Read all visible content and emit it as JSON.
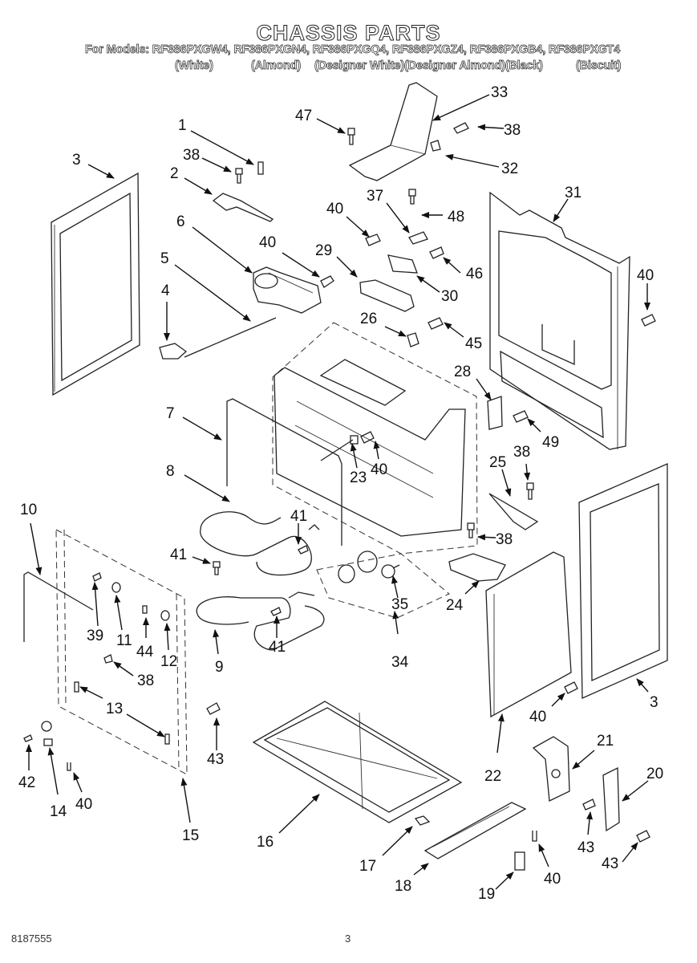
{
  "header": {
    "title": "CHASSIS PARTS",
    "models_line": "For Models: RF386PXGW4, RF386PXGN4, RF386PXGQ4, RF386PXGZ4, RF386PXGB4, RF386PXGT4",
    "color_variants": [
      "(White)",
      "(Almond)",
      "(Designer White)(Designer Almond)(Black)",
      "(Biscuit)"
    ]
  },
  "callouts": {
    "c1": "1",
    "c2": "2",
    "c3a": "3",
    "c3b": "3",
    "c4": "4",
    "c5": "5",
    "c6": "6",
    "c7": "7",
    "c8": "8",
    "c9": "9",
    "c10": "10",
    "c11": "11",
    "c12": "12",
    "c13": "13",
    "c14": "14",
    "c15": "15",
    "c16": "16",
    "c17": "17",
    "c18": "18",
    "c19": "19",
    "c20": "20",
    "c21": "21",
    "c22": "22",
    "c23": "23",
    "c24": "24",
    "c25": "25",
    "c26": "26",
    "c28": "28",
    "c29": "29",
    "c30": "30",
    "c31": "31",
    "c32": "32",
    "c33": "33",
    "c34": "34",
    "c35": "35",
    "c37": "37",
    "c38a": "38",
    "c38b": "38",
    "c38c": "38",
    "c38d": "38",
    "c38e": "38",
    "c39": "39",
    "c40a": "40",
    "c40b": "40",
    "c40c": "40",
    "c40d": "40",
    "c40e": "40",
    "c40f": "40",
    "c40g": "40",
    "c41a": "41",
    "c41b": "41",
    "c41c": "41",
    "c42": "42",
    "c43a": "43",
    "c43b": "43",
    "c43c": "43",
    "c44": "44",
    "c45": "45",
    "c46": "46",
    "c47": "47",
    "c48": "48",
    "c49": "49"
  },
  "footer": {
    "doc_number": "8187555",
    "page_number": "3"
  }
}
